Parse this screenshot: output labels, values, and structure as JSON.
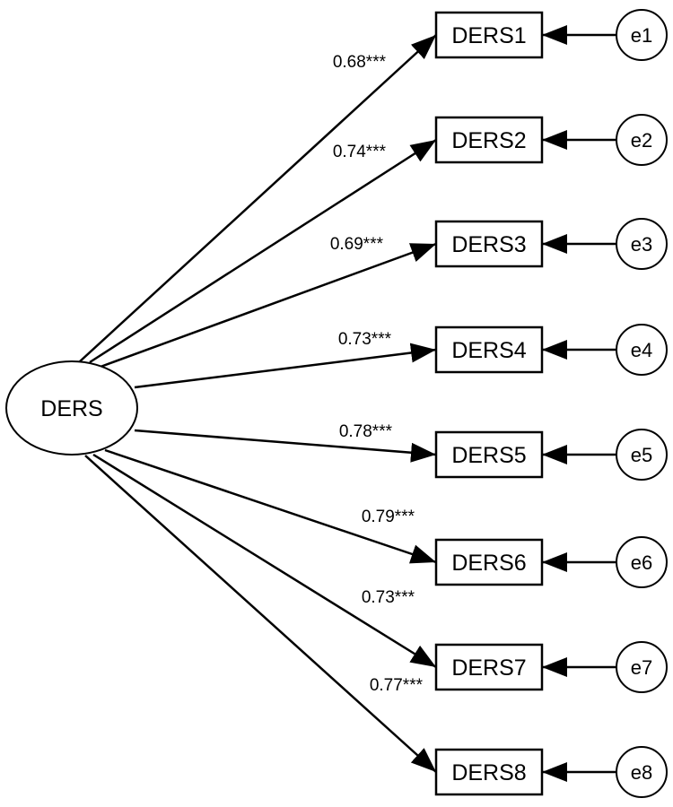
{
  "diagram": {
    "latent": {
      "label": "DERS"
    },
    "indicators": [
      {
        "label": "DERS1",
        "error": "e1",
        "loading": "0.68***"
      },
      {
        "label": "DERS2",
        "error": "e2",
        "loading": "0.74***"
      },
      {
        "label": "DERS3",
        "error": "e3",
        "loading": "0.69***"
      },
      {
        "label": "DERS4",
        "error": "e4",
        "loading": "0.73***"
      },
      {
        "label": "DERS5",
        "error": "e5",
        "loading": "0.78***"
      },
      {
        "label": "DERS6",
        "error": "e6",
        "loading": "0.79***"
      },
      {
        "label": "DERS7",
        "error": "e7",
        "loading": "0.73***"
      },
      {
        "label": "DERS8",
        "error": "e8",
        "loading": "0.77***"
      }
    ]
  },
  "colors": {
    "stroke": "#000000",
    "fill": "#ffffff"
  }
}
